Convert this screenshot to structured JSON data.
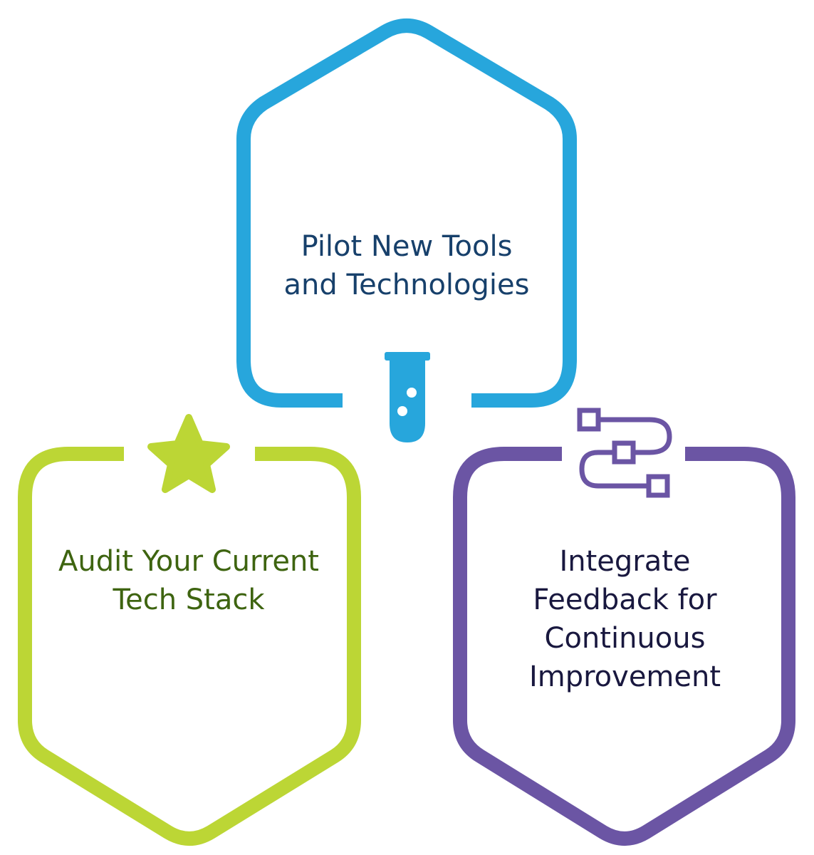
{
  "colors": {
    "blue": "#27a6dc",
    "green": "#bcd635",
    "purple": "#6b55a4",
    "blue_text": "#17406b",
    "green_text": "#3e6410",
    "purple_text": "#19183f"
  },
  "steps": [
    {
      "id": "pilot",
      "label": "Pilot New Tools\nand Technologies",
      "icon": "test-tube-icon",
      "color": "#27a6dc",
      "text_color": "#17406b"
    },
    {
      "id": "audit",
      "label": "Audit Your Current\nTech Stack",
      "icon": "star-icon",
      "color": "#bcd635",
      "text_color": "#3e6410"
    },
    {
      "id": "integrate",
      "label": "Integrate\nFeedback for\nContinuous\nImprovement",
      "icon": "workflow-icon",
      "color": "#6b55a4",
      "text_color": "#19183f"
    }
  ]
}
